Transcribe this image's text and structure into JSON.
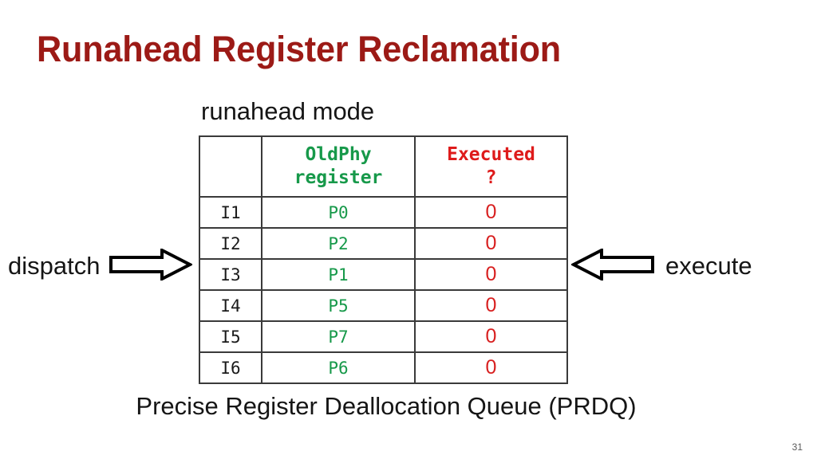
{
  "slide": {
    "title": "Runahead Register Reclamation",
    "title_color": "#9C1A16",
    "page_number": "31",
    "background_color": "#FFFFFF"
  },
  "mode_label": "runahead mode",
  "caption": "Precise Register Deallocation Queue (PRDQ)",
  "flow": {
    "left": {
      "label": "dispatch",
      "arrow_direction": "right",
      "arrow_icon": "block-arrow-right-icon"
    },
    "right": {
      "label": "execute",
      "arrow_direction": "left",
      "arrow_icon": "block-arrow-left-icon"
    }
  },
  "table": {
    "name": "Precise Register Deallocation Queue",
    "headers": [
      {
        "lines": [
          ""
        ],
        "color": "#1A1A1A"
      },
      {
        "lines": [
          "OldPhy",
          "register"
        ],
        "color": "#17994A"
      },
      {
        "lines": [
          "Executed",
          "?"
        ],
        "color": "#DE1B1B"
      }
    ],
    "rows": [
      {
        "instruction": "I1",
        "oldphy_register": "P0",
        "executed": "0"
      },
      {
        "instruction": "I2",
        "oldphy_register": "P2",
        "executed": "0"
      },
      {
        "instruction": "I3",
        "oldphy_register": "P1",
        "executed": "0"
      },
      {
        "instruction": "I4",
        "oldphy_register": "P5",
        "executed": "0"
      },
      {
        "instruction": "I5",
        "oldphy_register": "P7",
        "executed": "0"
      },
      {
        "instruction": "I6",
        "oldphy_register": "P6",
        "executed": "0"
      }
    ],
    "colors": {
      "oldphy_value": "#17994A",
      "executed_value": "#D81F1F",
      "instruction_value": "#1A1A1A",
      "border": "#3A3A3A"
    }
  }
}
